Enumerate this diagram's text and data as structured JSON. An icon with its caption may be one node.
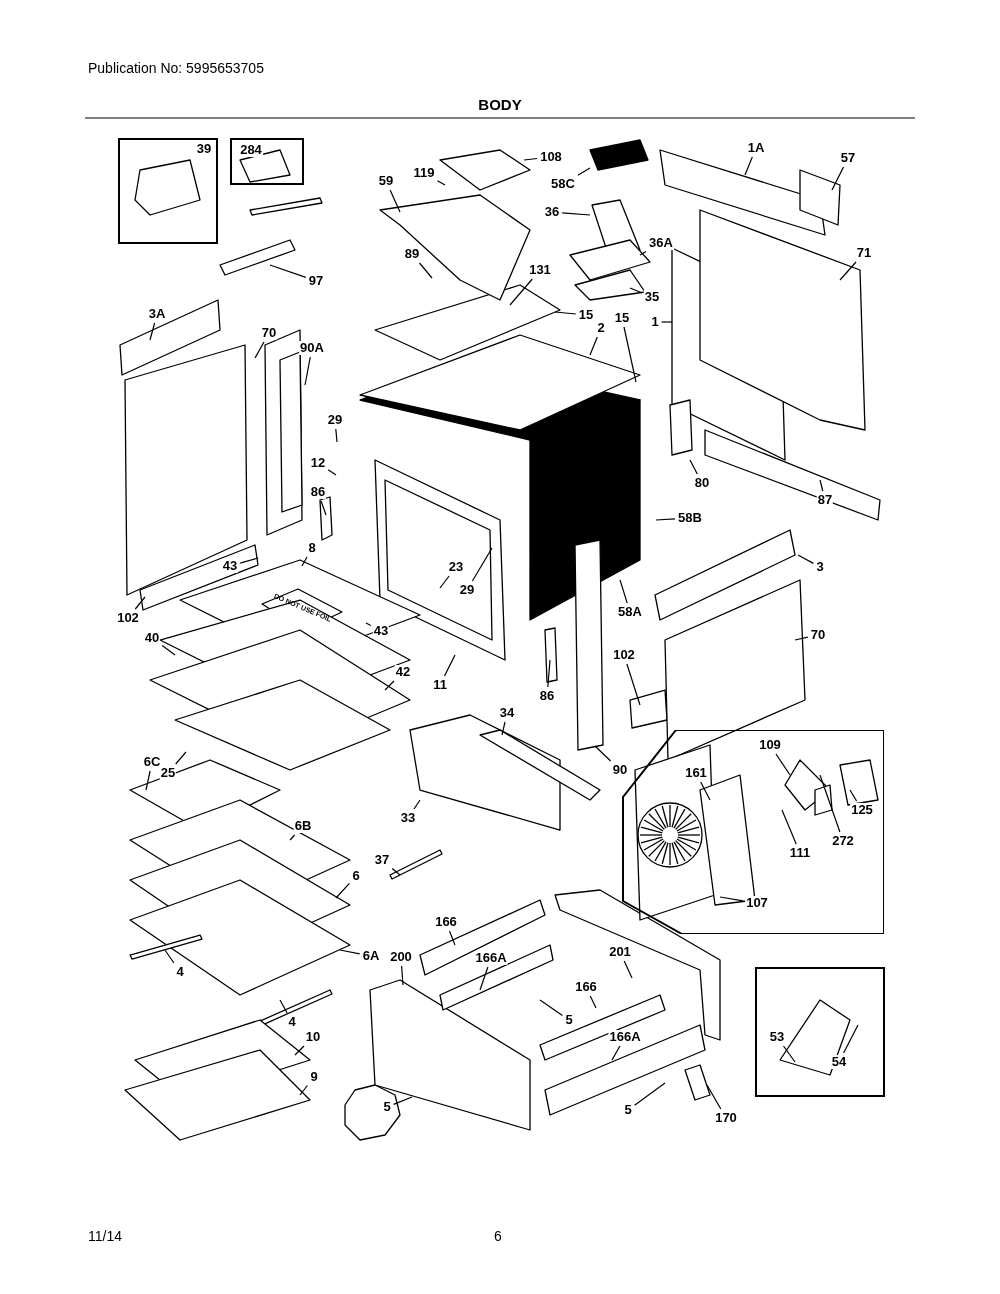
{
  "diagram": {
    "title": "BODY",
    "nodes": [
      {
        "text": [],
        "shape": "box"
      },
      {
        "text": [
          "39"
        ],
        "in": 0
      },
      {
        "text": [],
        "shape": "box"
      },
      {
        "text": [
          "284"
        ],
        "in": 2
      },
      {
        "text": [
          "108"
        ]
      },
      {
        "text": [
          "119"
        ]
      },
      {
        "text": [
          "59"
        ]
      },
      {
        "text": [
          "58C"
        ]
      },
      {
        "text": [
          "36"
        ]
      },
      {
        "text": [
          "1A"
        ]
      },
      {
        "text": [
          "57"
        ]
      },
      {
        "text": [
          "89"
        ]
      },
      {
        "text": [
          "36A"
        ]
      },
      {
        "text": [
          "71"
        ]
      },
      {
        "text": [
          "131"
        ]
      },
      {
        "text": [
          "97"
        ]
      },
      {
        "text": [
          "35"
        ]
      },
      {
        "text": [
          "3A"
        ]
      },
      {
        "text": [
          "15"
        ]
      },
      {
        "text": [
          "15"
        ]
      },
      {
        "text": [
          "2"
        ]
      },
      {
        "text": [
          "1"
        ]
      },
      {
        "text": [
          "70"
        ]
      },
      {
        "text": [
          "90A"
        ]
      },
      {
        "text": [
          "29"
        ]
      },
      {
        "text": [
          "12"
        ]
      },
      {
        "text": [
          "80"
        ]
      },
      {
        "text": [
          "86"
        ]
      },
      {
        "text": [
          "87"
        ]
      },
      {
        "text": [
          "58B"
        ]
      },
      {
        "text": [
          "43"
        ]
      },
      {
        "text": [
          "8"
        ]
      },
      {
        "text": [
          "23"
        ]
      },
      {
        "text": [
          "3"
        ]
      },
      {
        "text": [
          "29"
        ]
      },
      {
        "text": [
          "58A"
        ]
      },
      {
        "text": [
          "102"
        ]
      },
      {
        "text": [
          "43"
        ]
      },
      {
        "text": [
          "40"
        ]
      },
      {
        "text": [
          "70"
        ]
      },
      {
        "text": [
          "102"
        ]
      },
      {
        "text": [
          "42"
        ]
      },
      {
        "text": [
          "11"
        ]
      },
      {
        "text": [
          "86"
        ]
      },
      {
        "text": [
          "34"
        ]
      },
      {
        "text": [],
        "shape": "box"
      },
      {
        "text": [
          "109"
        ],
        "in": 45
      },
      {
        "text": [
          "6C"
        ]
      },
      {
        "text": [
          "25"
        ]
      },
      {
        "text": [
          "161"
        ],
        "in": 45
      },
      {
        "text": [
          "90"
        ]
      },
      {
        "text": [
          "125"
        ],
        "in": 45
      },
      {
        "text": [
          "33"
        ]
      },
      {
        "text": [
          "6B"
        ]
      },
      {
        "text": [
          "272"
        ],
        "in": 45
      },
      {
        "text": [
          "111"
        ],
        "in": 45
      },
      {
        "text": [
          "37"
        ]
      },
      {
        "text": [
          "6"
        ]
      },
      {
        "text": [
          "107"
        ],
        "in": 45
      },
      {
        "text": [
          "166"
        ]
      },
      {
        "text": [
          "201"
        ]
      },
      {
        "text": [
          "6A"
        ]
      },
      {
        "text": [
          "200"
        ]
      },
      {
        "text": [
          "166A"
        ]
      },
      {
        "text": [],
        "shape": "box"
      },
      {
        "text": [
          "4"
        ]
      },
      {
        "text": [
          "166"
        ]
      },
      {
        "text": [
          "5"
        ]
      },
      {
        "text": [
          "4"
        ]
      },
      {
        "text": [
          "53"
        ],
        "in": 64
      },
      {
        "text": [
          "10"
        ]
      },
      {
        "text": [
          "166A"
        ]
      },
      {
        "text": [
          "54"
        ],
        "in": 64
      },
      {
        "text": [
          "9"
        ]
      },
      {
        "text": [
          "5"
        ]
      },
      {
        "text": [
          "5"
        ]
      },
      {
        "text": [
          "170"
        ]
      }
    ],
    "edges": [
      {
        "from": 4,
        "to": null,
        "arrow": "none"
      },
      {
        "from": 5,
        "to": null,
        "arrow": "none"
      },
      {
        "from": 6,
        "to": null,
        "arrow": "none"
      },
      {
        "from": 7,
        "to": null,
        "arrow": "none"
      },
      {
        "from": 8,
        "to": null,
        "arrow": "none"
      },
      {
        "from": 9,
        "to": null,
        "arrow": "none"
      },
      {
        "from": 10,
        "to": null,
        "arrow": "none"
      },
      {
        "from": 11,
        "to": null,
        "arrow": "none"
      },
      {
        "from": 12,
        "to": null,
        "arrow": "none"
      },
      {
        "from": 13,
        "to": null,
        "arrow": "none"
      },
      {
        "from": 14,
        "to": null,
        "arrow": "none"
      },
      {
        "from": 15,
        "to": null,
        "arrow": "none"
      },
      {
        "from": 16,
        "to": null,
        "arrow": "none"
      },
      {
        "from": 17,
        "to": null,
        "arrow": "none"
      },
      {
        "from": 18,
        "to": null,
        "arrow": "none"
      },
      {
        "from": 19,
        "to": null,
        "arrow": "none"
      },
      {
        "from": 20,
        "to": null,
        "arrow": "none"
      },
      {
        "from": 21,
        "to": null,
        "arrow": "none"
      },
      {
        "from": 22,
        "to": null,
        "arrow": "none"
      },
      {
        "from": 23,
        "to": null,
        "arrow": "none"
      },
      {
        "from": 24,
        "to": null,
        "arrow": "none"
      },
      {
        "from": 25,
        "to": null,
        "arrow": "none"
      },
      {
        "from": 26,
        "to": null,
        "arrow": "none"
      },
      {
        "from": 27,
        "to": null,
        "arrow": "none"
      },
      {
        "from": 28,
        "to": null,
        "arrow": "none"
      },
      {
        "from": 29,
        "to": null,
        "arrow": "none"
      },
      {
        "from": 30,
        "to": null,
        "arrow": "none"
      },
      {
        "from": 31,
        "to": null,
        "arrow": "none"
      },
      {
        "from": 32,
        "to": null,
        "arrow": "none"
      },
      {
        "from": 33,
        "to": null,
        "arrow": "none"
      },
      {
        "from": 34,
        "to": null,
        "arrow": "none"
      },
      {
        "from": 35,
        "to": null,
        "arrow": "none"
      },
      {
        "from": 36,
        "to": null,
        "arrow": "none"
      },
      {
        "from": 37,
        "to": null,
        "arrow": "none"
      },
      {
        "from": 38,
        "to": null,
        "arrow": "none"
      },
      {
        "from": 39,
        "to": null,
        "arrow": "none"
      },
      {
        "from": 40,
        "to": null,
        "arrow": "none"
      },
      {
        "from": 41,
        "to": null,
        "arrow": "none"
      },
      {
        "from": 42,
        "to": null,
        "arrow": "none"
      },
      {
        "from": 43,
        "to": null,
        "arrow": "none"
      },
      {
        "from": 44,
        "to": null,
        "arrow": "none"
      },
      {
        "from": 46,
        "to": null,
        "arrow": "none"
      },
      {
        "from": 47,
        "to": null,
        "arrow": "none"
      },
      {
        "from": 48,
        "to": null,
        "arrow": "none"
      },
      {
        "from": 49,
        "to": null,
        "arrow": "none"
      },
      {
        "from": 50,
        "to": null,
        "arrow": "none"
      },
      {
        "from": 51,
        "to": null,
        "arrow": "none"
      },
      {
        "from": 52,
        "to": null,
        "arrow": "none"
      },
      {
        "from": 53,
        "to": null,
        "arrow": "none"
      },
      {
        "from": 54,
        "to": null,
        "arrow": "none"
      },
      {
        "from": 55,
        "to": null,
        "arrow": "none"
      },
      {
        "from": 56,
        "to": null,
        "arrow": "none"
      },
      {
        "from": 57,
        "to": null,
        "arrow": "none"
      },
      {
        "from": 58,
        "to": null,
        "arrow": "none"
      },
      {
        "from": 59,
        "to": null,
        "arrow": "none"
      },
      {
        "from": 60,
        "to": null,
        "arrow": "none"
      },
      {
        "from": 61,
        "to": null,
        "arrow": "none"
      },
      {
        "from": 62,
        "to": null,
        "arrow": "none"
      },
      {
        "from": 63,
        "to": null,
        "arrow": "none"
      },
      {
        "from": 65,
        "to": null,
        "arrow": "none"
      },
      {
        "from": 66,
        "to": null,
        "arrow": "none"
      },
      {
        "from": 67,
        "to": null,
        "arrow": "none"
      },
      {
        "from": 68,
        "to": null,
        "arrow": "none"
      },
      {
        "from": 69,
        "to": null,
        "arrow": "none"
      },
      {
        "from": 70,
        "to": null,
        "arrow": "none"
      },
      {
        "from": 71,
        "to": null,
        "arrow": "none"
      },
      {
        "from": 72,
        "to": null,
        "arrow": "none"
      },
      {
        "from": 73,
        "to": null,
        "arrow": "none"
      },
      {
        "from": 74,
        "to": null,
        "arrow": "none"
      },
      {
        "from": 75,
        "to": null,
        "arrow": "none"
      },
      {
        "from": 76,
        "to": null,
        "arrow": "none"
      }
    ],
    "labels": [
      "Publication No: 5995653705",
      "DO NOT USE FOIL",
      "11/14",
      "6"
    ]
  }
}
